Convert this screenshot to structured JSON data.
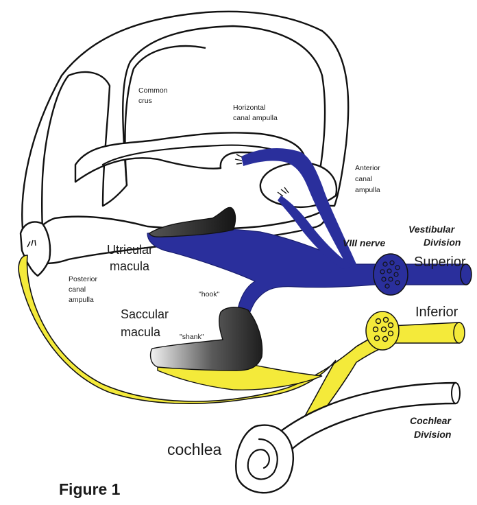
{
  "colors": {
    "vestibular_nerve": "#2a2f9c",
    "cochlear_and_inferior_nerve": "#f4ea3a",
    "macula": "#2a2a2a",
    "outline": "#111111"
  },
  "labels": {
    "common_crus": [
      "Common",
      "crus"
    ],
    "horizontal_ampulla": [
      "Horizontal",
      "canal ampulla"
    ],
    "anterior_ampulla": [
      "Anterior",
      "canal",
      "ampulla"
    ],
    "viii_nerve": "VIII nerve",
    "vestibular_division": [
      "Vestibular",
      "Division"
    ],
    "superior": "Superior",
    "inferior": "Inferior",
    "utricular_macula": [
      "Utricular",
      "macula"
    ],
    "posterior_ampulla": [
      "Posterior",
      "canal",
      "ampulla"
    ],
    "hook": "\"hook\"",
    "saccular_macula": [
      "Saccular",
      "macula"
    ],
    "shank": "\"shank\"",
    "cochlear_division": [
      "Cochlear",
      "Division"
    ],
    "cochlea": "cochlea",
    "figure_caption": "Figure 1"
  }
}
